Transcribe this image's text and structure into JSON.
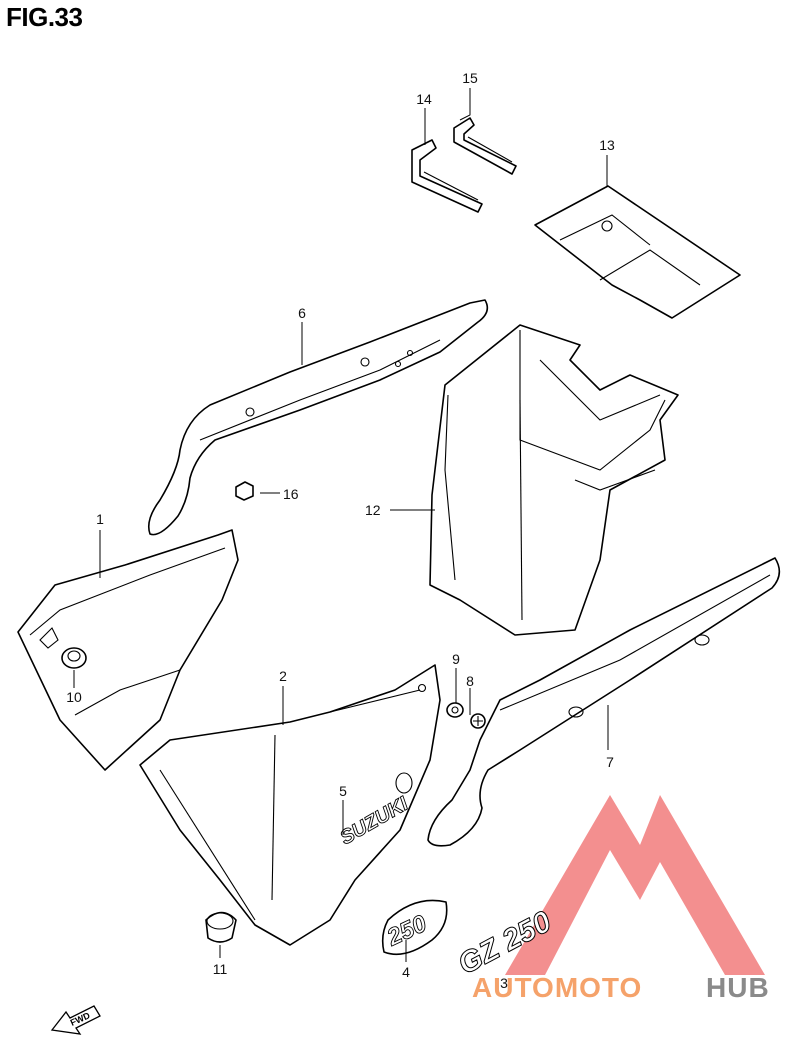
{
  "figure": {
    "title": "FIG.33"
  },
  "callouts": [
    {
      "id": "c1",
      "label": "1"
    },
    {
      "id": "c2",
      "label": "2"
    },
    {
      "id": "c3",
      "label": "3"
    },
    {
      "id": "c4",
      "label": "4"
    },
    {
      "id": "c5",
      "label": "5"
    },
    {
      "id": "c6",
      "label": "6"
    },
    {
      "id": "c7",
      "label": "7"
    },
    {
      "id": "c8",
      "label": "8"
    },
    {
      "id": "c9",
      "label": "9"
    },
    {
      "id": "c10",
      "label": "10"
    },
    {
      "id": "c11",
      "label": "11"
    },
    {
      "id": "c12",
      "label": "12"
    },
    {
      "id": "c13",
      "label": "13"
    },
    {
      "id": "c14",
      "label": "14"
    },
    {
      "id": "c15",
      "label": "15"
    },
    {
      "id": "c16",
      "label": "16"
    }
  ],
  "emblems": {
    "suzuki": "SUZUKI",
    "badge_250": "250",
    "badge_gz250": "GZ 250"
  },
  "fwd_indicator": "FWD",
  "watermark": {
    "text_a": "AUTOMOTO",
    "text_b": "HUB",
    "color_a": "#f5a26a",
    "color_b": "#8a8a8a",
    "logo_color": "#ef6a6a"
  }
}
